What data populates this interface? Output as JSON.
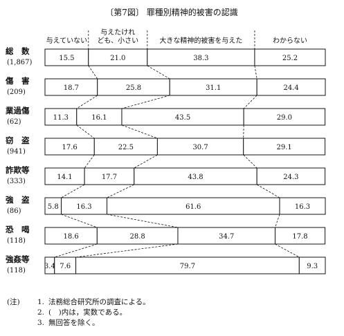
{
  "chart_data": {
    "type": "bar",
    "orientation": "horizontal",
    "stacked": true,
    "percent": true,
    "title": "〔第7図〕 罪種別精神的被害の認識",
    "categories": [
      {
        "name": "総　数",
        "n": "(1,867)"
      },
      {
        "name": "傷　害",
        "n": "(209)"
      },
      {
        "name": "業過傷",
        "n": "(62)"
      },
      {
        "name": "窃　盗",
        "n": "(941)"
      },
      {
        "name": "詐欺等",
        "n": "(333)"
      },
      {
        "name": "強　盗",
        "n": "(86)"
      },
      {
        "name": "恐　喝",
        "n": "(118)"
      },
      {
        "name": "強姦等",
        "n": "(118)"
      }
    ],
    "series": [
      {
        "name": "与えていない",
        "values": [
          15.5,
          18.7,
          11.3,
          17.6,
          14.1,
          5.8,
          18.6,
          3.4
        ]
      },
      {
        "name": "与えたけれども、小さい",
        "values": [
          21.0,
          25.8,
          16.1,
          22.5,
          17.7,
          16.3,
          28.8,
          7.6
        ]
      },
      {
        "name": "大きな精神的被害を与えた",
        "values": [
          38.3,
          31.1,
          43.5,
          30.7,
          43.8,
          61.6,
          34.7,
          79.7
        ]
      },
      {
        "name": "わからない",
        "values": [
          25.2,
          24.4,
          29.0,
          29.1,
          24.3,
          16.3,
          17.8,
          9.3
        ]
      }
    ],
    "xlim": [
      0,
      100
    ],
    "grid": false
  },
  "legend_labels": {
    "s0": [
      "与えていない"
    ],
    "s1": [
      "与えたけれ",
      "ども、小さい"
    ],
    "s2": [
      "大きな精神的被害を与えた"
    ],
    "s3": [
      "わからない"
    ]
  },
  "notes": {
    "lead": "(注)",
    "items": [
      {
        "num": "1.",
        "text": "法務総合研究所の調査による。"
      },
      {
        "num": "2.",
        "text": "(　)内は，実数である。"
      },
      {
        "num": "3.",
        "text": "無回答を除く。"
      }
    ]
  }
}
